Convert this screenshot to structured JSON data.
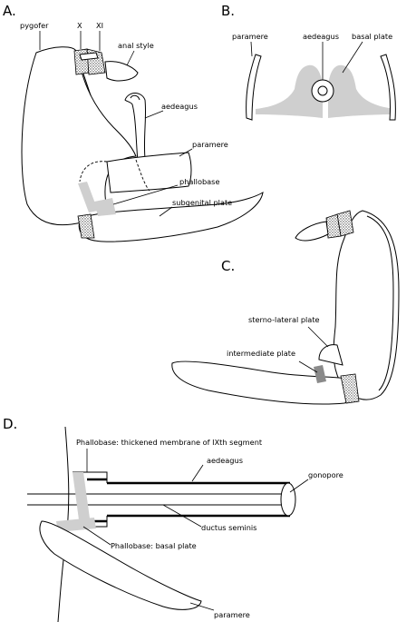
{
  "panels": {
    "a": {
      "letter": "A.",
      "labels": {
        "pygofer": "pygofer",
        "x": "X",
        "xi": "XI",
        "anal_style": "anal style",
        "aedeagus": "aedeagus",
        "paramere": "paramere",
        "phallobase": "phallobase",
        "subgenital_plate": "subgenital plate"
      }
    },
    "b": {
      "letter": "B.",
      "labels": {
        "paramere": "paramere",
        "aedeagus": "aedeagus",
        "basal_plate": "basal plate"
      }
    },
    "c": {
      "letter": "C.",
      "labels": {
        "sterno_lateral_plate": "sterno-lateral plate",
        "intermediate_plate": "intermediate plate"
      }
    },
    "d": {
      "letter": "D.",
      "labels": {
        "phallobase_membrane": "Phallobase: thickened membrane of IXth segment",
        "aedeagus": "aedeagus",
        "gonopore": "gonopore",
        "ductus_seminis": "ductus seminis",
        "phallobase_basal_plate": "Phallobase: basal plate",
        "paramere": "paramere"
      }
    }
  },
  "colors": {
    "line": "#000000",
    "light_grey": "#cfcfcf",
    "dark_grey": "#8a8a8a",
    "background": "#ffffff"
  }
}
